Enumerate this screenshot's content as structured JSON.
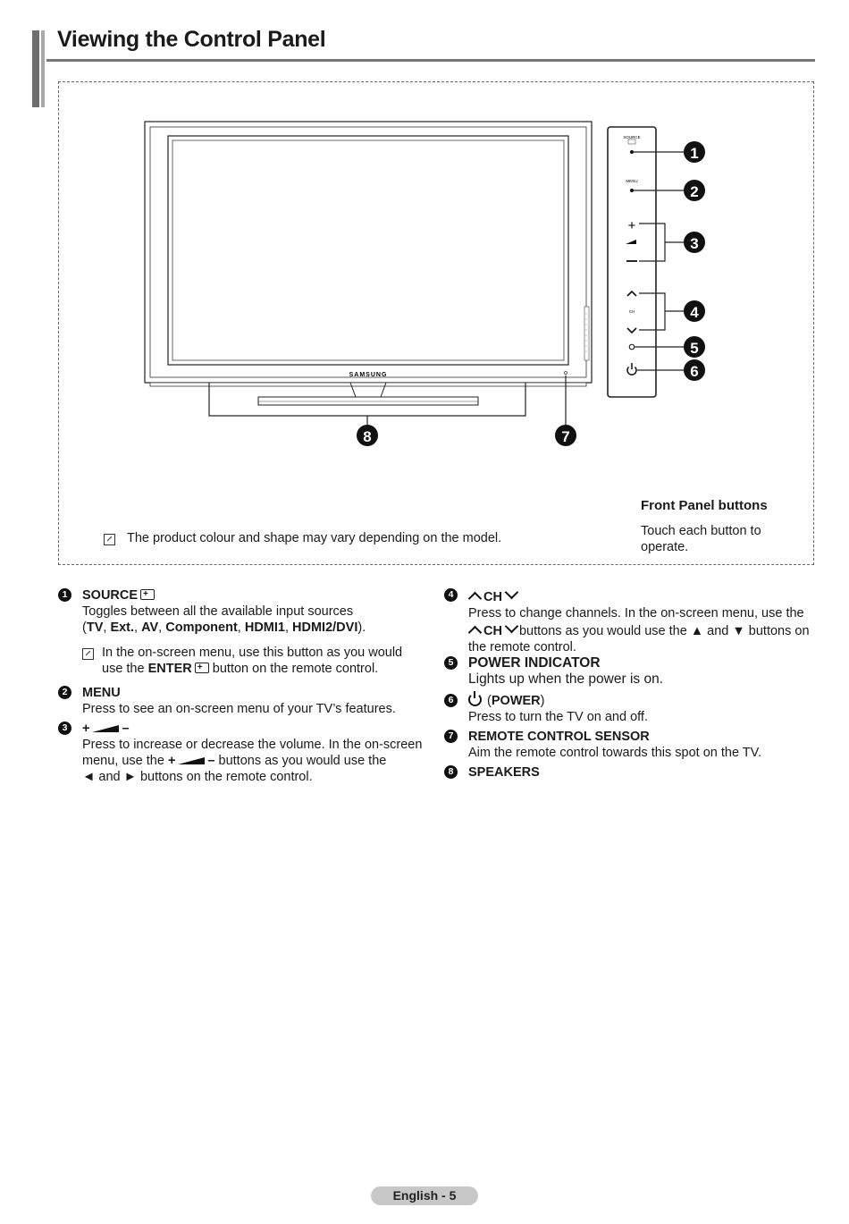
{
  "page_title": "Viewing the Control Panel",
  "figure": {
    "brand_label": "SAMSUNG",
    "panel_source_label": "SOURCE",
    "panel_menu_label": "MENU",
    "panel_ch_label": "CH",
    "panel_plus_label": "+",
    "panel_minus_label": "–",
    "callouts": [
      "1",
      "2",
      "3",
      "4",
      "5",
      "6",
      "7",
      "8"
    ]
  },
  "front_panel": {
    "title": "Front Panel buttons",
    "description": "Touch each button to operate."
  },
  "figure_note": "The product colour and shape may vary depending on the model.",
  "items": {
    "source": {
      "num": "1",
      "head": "SOURCE",
      "line1": "Toggles between all the available input sources",
      "open": "(",
      "tv": "TV",
      "ext": "Ext.",
      "av": "AV",
      "component": "Component",
      "hdmi1": "HDMI1",
      "hdmi2": "HDMI2/DVI",
      "close": ").",
      "sep": ", ",
      "note_a": "In the on-screen menu, use this button as you would use the",
      "note_enter": "ENTER",
      "note_b": "button on the remote control."
    },
    "menu": {
      "num": "2",
      "head": "MENU",
      "body": "Press to see an on-screen menu of your TV’s features."
    },
    "volume": {
      "num": "3",
      "plus": "+",
      "minus": "–",
      "body_a": "Press to increase or decrease the volume. In the on-screen menu, use the",
      "body_plus": "+",
      "body_minus": "–",
      "body_b": "buttons as you would use the",
      "body_c": "◄ and ► buttons on the remote control."
    },
    "ch": {
      "num": "4",
      "head": "CH",
      "body_a": "Press to change channels. In the on-screen menu, use the",
      "body_ch": "CH",
      "body_b": "buttons as you would use the ▲ and ▼ buttons on the remote control."
    },
    "power_indicator": {
      "num": "5",
      "head": "POWER INDICATOR",
      "body": "Lights up when the power is on."
    },
    "power": {
      "num": "6",
      "open": "(",
      "head": "POWER",
      "close": ")",
      "body": "Press to turn the TV on and off."
    },
    "sensor": {
      "num": "7",
      "head": "REMOTE CONTROL SENSOR",
      "body": "Aim the remote control towards this spot on the TV."
    },
    "speakers": {
      "num": "8",
      "head": "SPEAKERS"
    }
  },
  "footer": "English - 5"
}
